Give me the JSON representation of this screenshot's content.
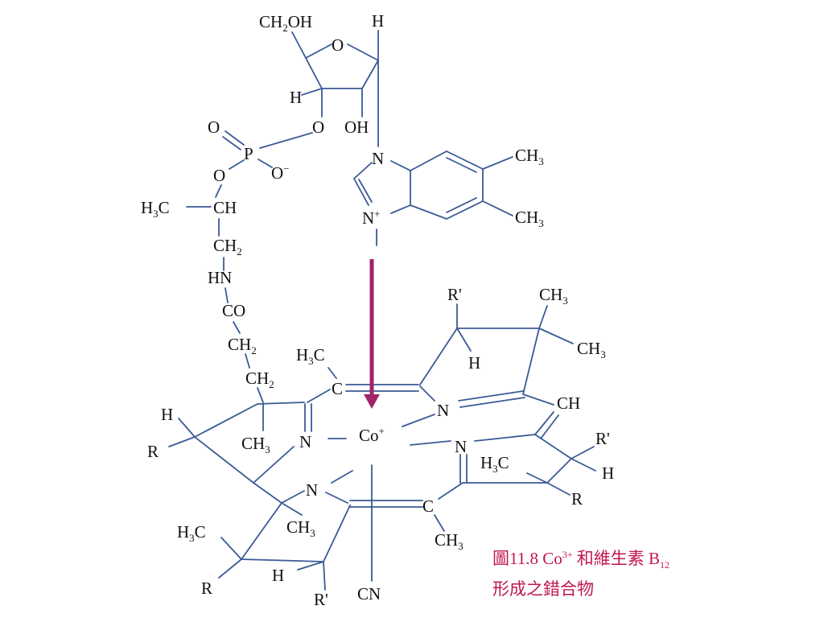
{
  "atoms": {
    "ch2oh_top": [
      "CH",
      "2",
      "OH"
    ],
    "o_ring": "O",
    "h_anomeric": "H",
    "h_ring": "H",
    "o_ester": "O",
    "oh_ring": "OH",
    "o_double_p": "O",
    "p": "P",
    "o_minus": [
      "O",
      "−"
    ],
    "o_link": "O",
    "n_imid_top": "N",
    "n_imid_plus": [
      "N",
      "+"
    ],
    "ch3_benz_1": [
      "CH",
      "3"
    ],
    "ch3_benz_2": [
      "CH",
      "3"
    ],
    "h3c_chain": [
      "H",
      "3",
      "C"
    ],
    "ch_chain": "CH",
    "ch2_chain_1": [
      "CH",
      "2"
    ],
    "hn": "HN",
    "co": "CO",
    "ch2_chain_2": [
      "CH",
      "2"
    ],
    "ch2_chain_3": [
      "CH",
      "2"
    ],
    "r_prime_top": "R'",
    "ch3_top_right_1": [
      "CH",
      "3"
    ],
    "ch3_top_right_2": [
      "CH",
      "3"
    ],
    "h_top_ring": "H",
    "h3c_meso": [
      "H",
      "3",
      "C"
    ],
    "c_meso_top": "C",
    "n_top": "N",
    "ch_right": "CH",
    "h_left": "H",
    "r_left": "R",
    "ch3_left": [
      "CH",
      "3"
    ],
    "n_left": "N",
    "co_center": [
      "Co",
      "+"
    ],
    "n_right": "N",
    "h3c_right": [
      "H",
      "3",
      "C"
    ],
    "r_prime_right": "R'",
    "h_right": "H",
    "r_right": "R",
    "n_bottom": "N",
    "ch3_bottom_left": [
      "CH",
      "3"
    ],
    "c_meso_bottom": "C",
    "ch3_meso_bottom": [
      "CH",
      "3"
    ],
    "h3c_bottom_left": [
      "H",
      "3",
      "C"
    ],
    "r_bottom_left": "R",
    "h_bottom": "H",
    "r_prime_bottom": "R'",
    "cn": "CN"
  },
  "caption": {
    "line1_pre": "圖11.8  Co",
    "line1_sup": "3+",
    "line1_mid": " 和維生素 B",
    "line1_sub": "12",
    "line2": "形成之錯合物"
  },
  "colors": {
    "bond": "#3a5a96",
    "arrow": "#a0246a",
    "text": "#111111",
    "caption": "#c0174e"
  }
}
